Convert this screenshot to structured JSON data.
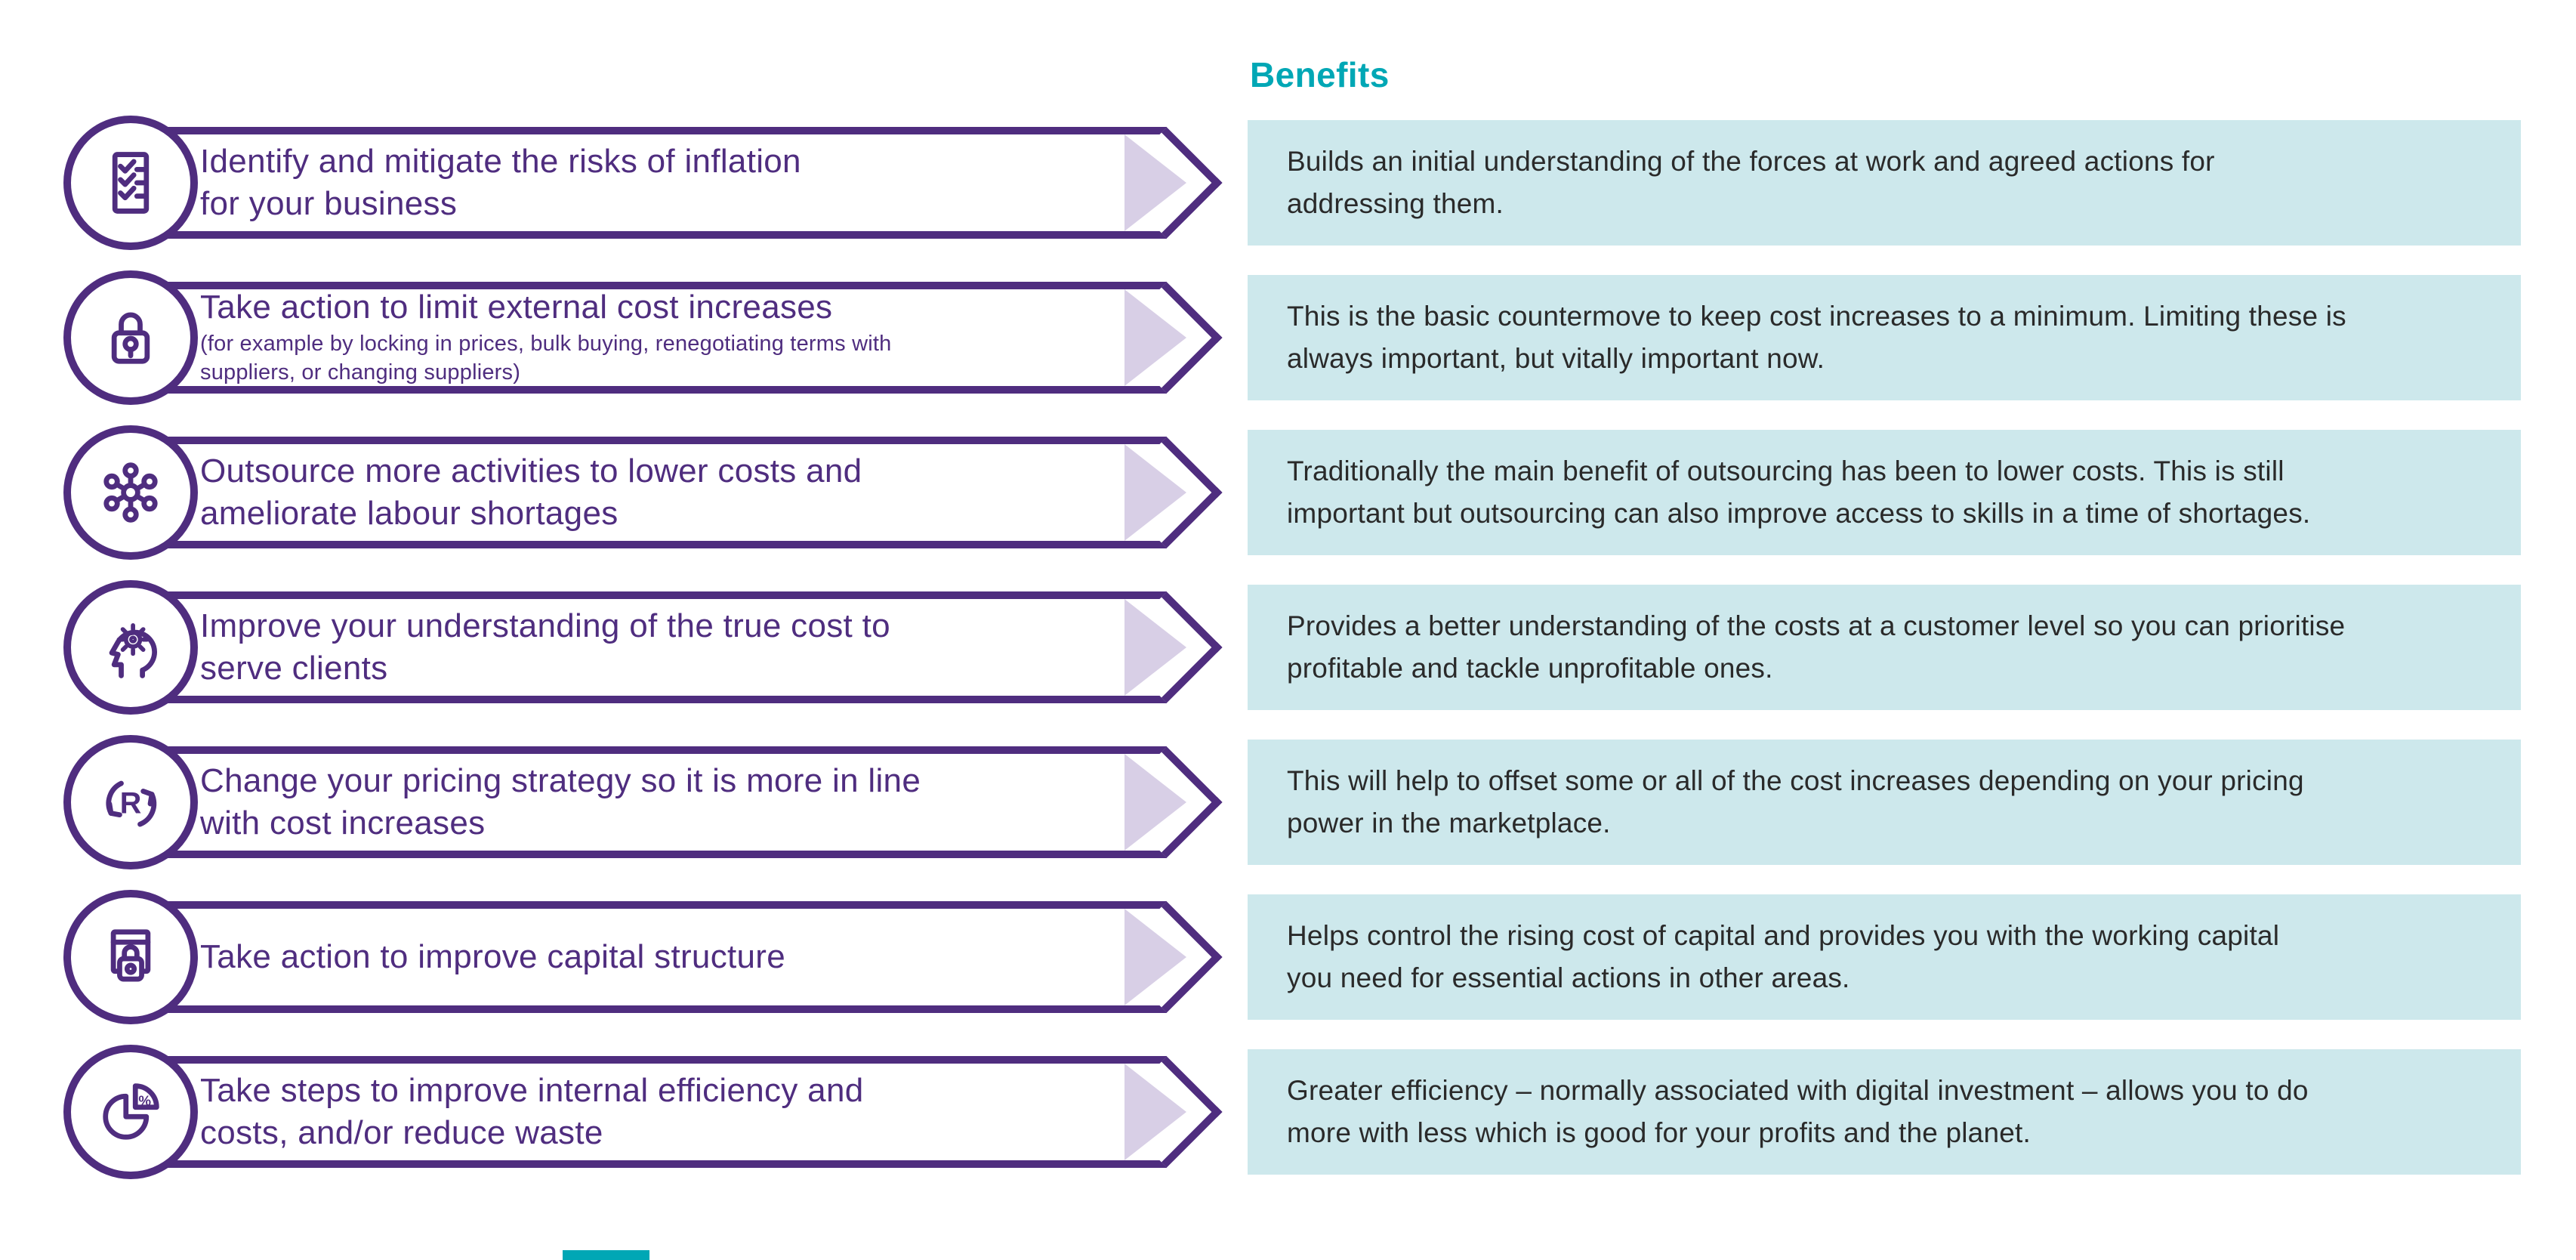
{
  "colors": {
    "purple": "#4F2D7F",
    "lavender_arrow": "#D8CFE6",
    "teal": "#00A7B5",
    "benefit_box_bg": "#CDE8EC",
    "benefit_text": "#2A2A2A"
  },
  "header": {
    "benefits_label": "Benefits"
  },
  "rows": [
    {
      "icon": "checklist-icon",
      "title": "Identify and mitigate the risks of inflation\nfor your business",
      "benefit": "Builds an initial understanding of the forces at work and agreed actions for\naddressing them."
    },
    {
      "icon": "padlock-icon",
      "title": "Take action to limit external cost increases",
      "subtitle": "(for example by locking in prices, bulk buying, renegotiating terms with\nsuppliers, or changing suppliers)",
      "benefit": "This is the basic countermove to keep cost increases to a minimum. Limiting these is\nalways important, but vitally important now."
    },
    {
      "icon": "network-icon",
      "title": "Outsource more activities to lower costs and\nameliorate labour shortages",
      "benefit": "Traditionally the main benefit of outsourcing has been to lower costs. This is still\nimportant but outsourcing can also improve access to skills in a time of shortages."
    },
    {
      "icon": "head-gear-icon",
      "title": "Improve your understanding of the true cost to\nserve clients",
      "benefit": "Provides a better understanding of the costs at a customer level so you can prioritise\nprofitable and tackle unprofitable ones."
    },
    {
      "icon": "refresh-pricing-icon",
      "title": "Change your pricing strategy so it is more in line\nwith cost increases",
      "benefit": "This will help to offset some or all of the cost increases depending on your pricing\npower in the marketplace."
    },
    {
      "icon": "capital-lock-icon",
      "title": "Take action to improve capital structure",
      "benefit": "Helps control the rising cost of capital and provides you with the working capital\nyou need for essential actions in other areas."
    },
    {
      "icon": "pie-percent-icon",
      "title": "Take steps to improve internal efficiency and\ncosts, and/or reduce waste",
      "benefit": "Greater efficiency – normally associated with digital investment – allows you to do\nmore with less which is good for your profits and the planet."
    }
  ]
}
